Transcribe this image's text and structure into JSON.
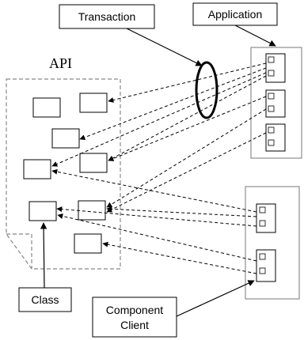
{
  "labels": {
    "transaction": "Transaction",
    "application": "Application",
    "api": "API",
    "class": "Class",
    "component_client_line1": "Component",
    "component_client_line2": "Client"
  },
  "colors": {
    "stroke": "#000000",
    "container_border": "#777777",
    "api_border": "#888888",
    "background": "#ffffff"
  }
}
